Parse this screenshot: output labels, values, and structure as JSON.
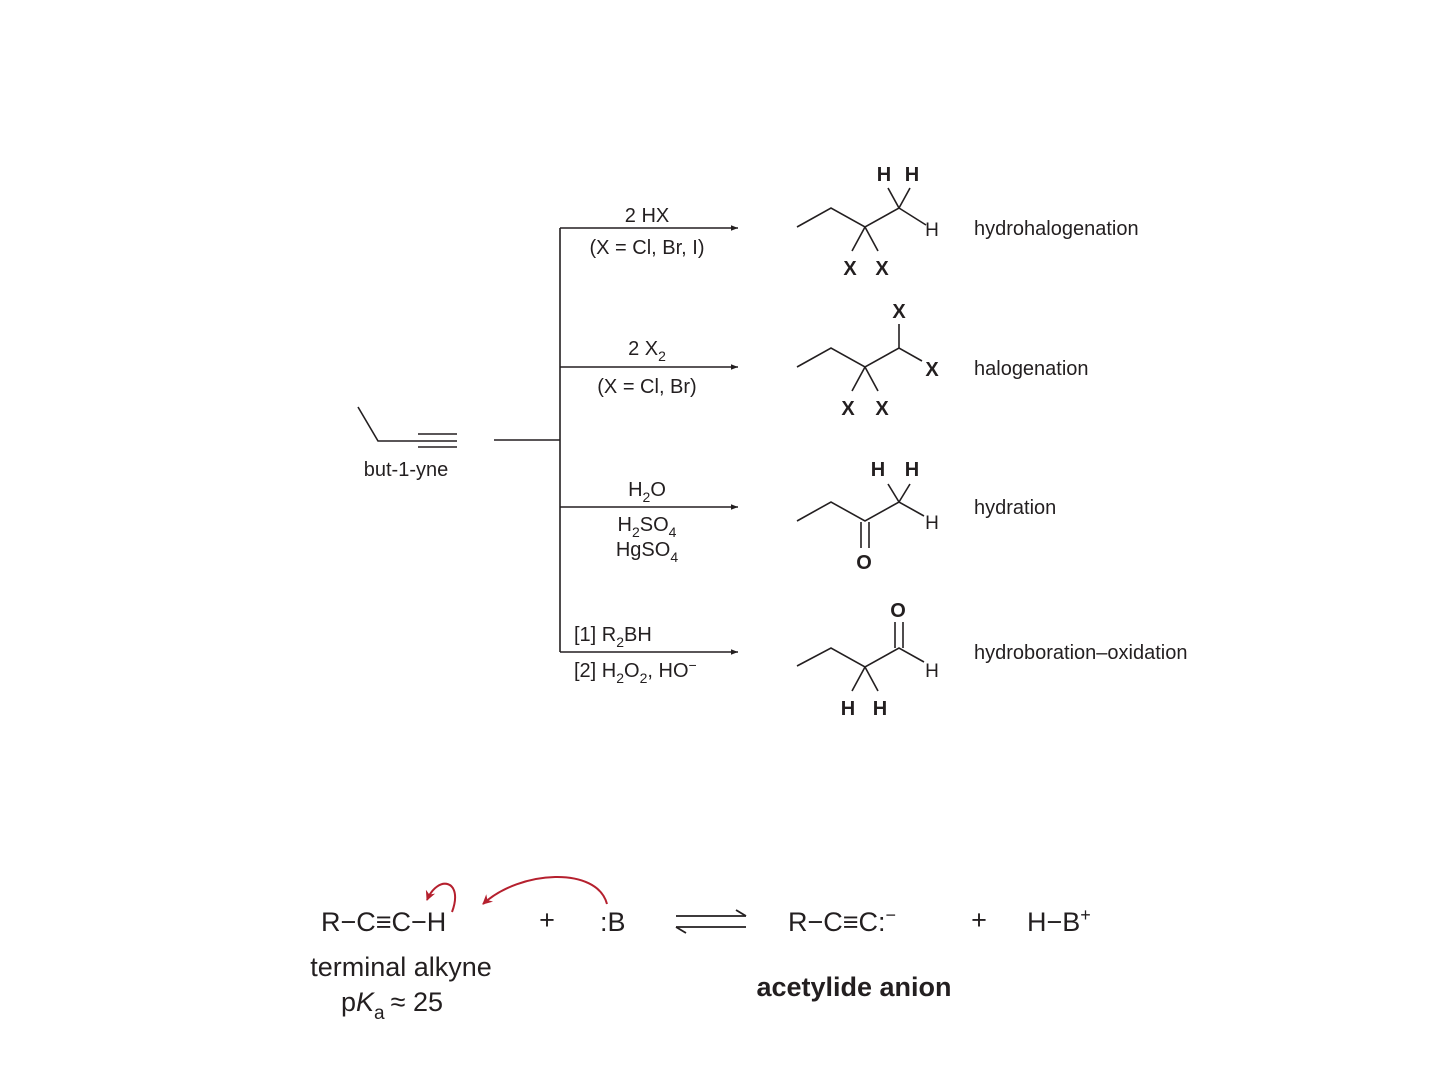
{
  "starting_material": "but-1-yne",
  "reactions": [
    {
      "reagent_line1": [
        "2 HX"
      ],
      "reagent_line2": [
        "(X = Cl, Br, I)"
      ],
      "reagent_line3": [],
      "product_labels": {
        "top": "H",
        "top2": "H",
        "end": "H",
        "bottom1": "X",
        "bottom2": "X"
      },
      "name": "hydrohalogenation"
    },
    {
      "reagent_line1": [
        "2 X",
        "2"
      ],
      "reagent_line2": [
        "(X = Cl, Br)"
      ],
      "reagent_line3": [],
      "product_labels": {
        "top": "X",
        "end": "X",
        "bottom1": "X",
        "bottom2": "X"
      },
      "name": "halogenation"
    },
    {
      "reagent_line1": [
        "H",
        "2",
        "O"
      ],
      "reagent_line2": [
        "H",
        "2",
        "SO",
        "4"
      ],
      "reagent_line3": [
        "HgSO",
        "4"
      ],
      "product_labels": {
        "top": "H",
        "top2": "H",
        "end": "H",
        "oxygen": "O"
      },
      "name": "hydration"
    },
    {
      "reagent_line1": [
        "[1] R",
        "2",
        "BH"
      ],
      "reagent_line2": [
        "[2] H",
        "2",
        "O",
        "2",
        ", HO",
        "−"
      ],
      "reagent_line3": [],
      "product_labels": {
        "oxygen": "O",
        "end": "H",
        "bottom1": "H",
        "bottom2": "H"
      },
      "name": "hydroboration–oxidation"
    }
  ],
  "equation": {
    "reactant": "R−C≡C−H",
    "plus1": "+",
    "base": ":B",
    "product": "R−C≡C:",
    "product_charge": "−",
    "plus2": "+",
    "conj_acid": "H−B",
    "conj_acid_charge": "+",
    "reactant_label": "terminal alkyne",
    "pka_p": "p",
    "pka_K": "K",
    "pka_sub": "a",
    "pka_value": "≈  25",
    "product_label": "acetylide anion"
  },
  "colors": {
    "ink": "#231f20",
    "arrow": "#b5202e"
  }
}
